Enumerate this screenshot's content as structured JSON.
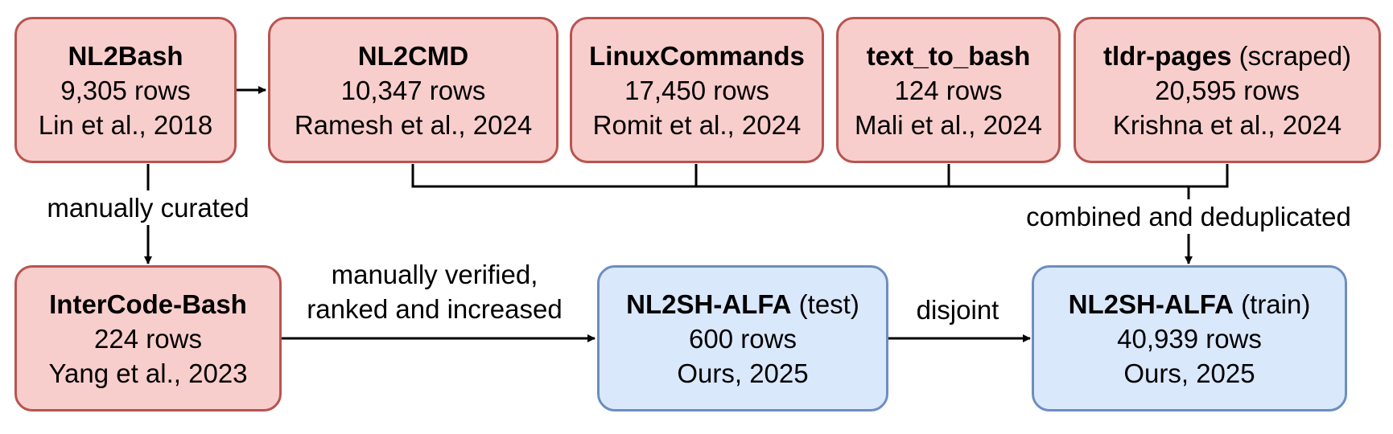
{
  "sources": [
    {
      "name": "NL2Bash",
      "note": "",
      "rows": "9,305 rows",
      "cite": "Lin et al., 2018"
    },
    {
      "name": "NL2CMD",
      "note": "",
      "rows": "10,347 rows",
      "cite": "Ramesh et al., 2024"
    },
    {
      "name": "LinuxCommands",
      "note": "",
      "rows": "17,450 rows",
      "cite": "Romit et al., 2024"
    },
    {
      "name": "text_to_bash",
      "note": "",
      "rows": "124 rows",
      "cite": "Mali et al., 2024"
    },
    {
      "name": "tldr-pages",
      "note": "(scraped)",
      "rows": "20,595 rows",
      "cite": "Krishna et al., 2024"
    }
  ],
  "intercode": {
    "name": "InterCode-Bash",
    "note": "",
    "rows": "224 rows",
    "cite": "Yang et al., 2023"
  },
  "test": {
    "name": "NL2SH-ALFA",
    "note": "(test)",
    "rows": "600 rows",
    "cite": "Ours, 2025"
  },
  "train": {
    "name": "NL2SH-ALFA",
    "note": "(train)",
    "rows": "40,939 rows",
    "cite": "Ours, 2025"
  },
  "edges": {
    "curated": "manually curated",
    "verified_line1": "manually verified,",
    "verified_line2": "ranked and increased",
    "combined": "combined and deduplicated",
    "disjoint": "disjoint"
  },
  "colors": {
    "source_fill": "#f8cecc",
    "source_border": "#b85450",
    "ours_fill": "#dae8fc",
    "ours_border": "#6c8ebf"
  }
}
